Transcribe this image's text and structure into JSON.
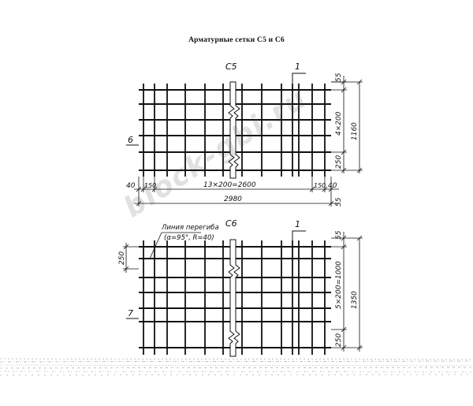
{
  "title": "Арматурные сетки С5 и С6",
  "c5": {
    "label": "С5",
    "leader_mark": "1",
    "side_mark": "6",
    "dim_top": "55",
    "dim_middle": "4×200",
    "dim_total_h": "1160",
    "dim_bottom": "250",
    "dim_left_40": "40",
    "dim_left_150": "150",
    "dim_spacing": "13×200=2600",
    "dim_right_150": "150",
    "dim_right_40": "40",
    "dim_total_w": "2980",
    "dim_below": "55"
  },
  "c6": {
    "label": "С6",
    "bend_line_label": "Линия перегиба",
    "bend_params": "(α=95°, R=40)",
    "leader_mark": "1",
    "side_mark": "7",
    "dim_top": "55",
    "dim_left_250": "250",
    "dim_middle": "5×200=1000",
    "dim_total_h": "1350",
    "dim_bottom": "250"
  },
  "watermark": "block-gbi.ru",
  "colors": {
    "ink": "#111111",
    "paper": "#ffffff"
  }
}
